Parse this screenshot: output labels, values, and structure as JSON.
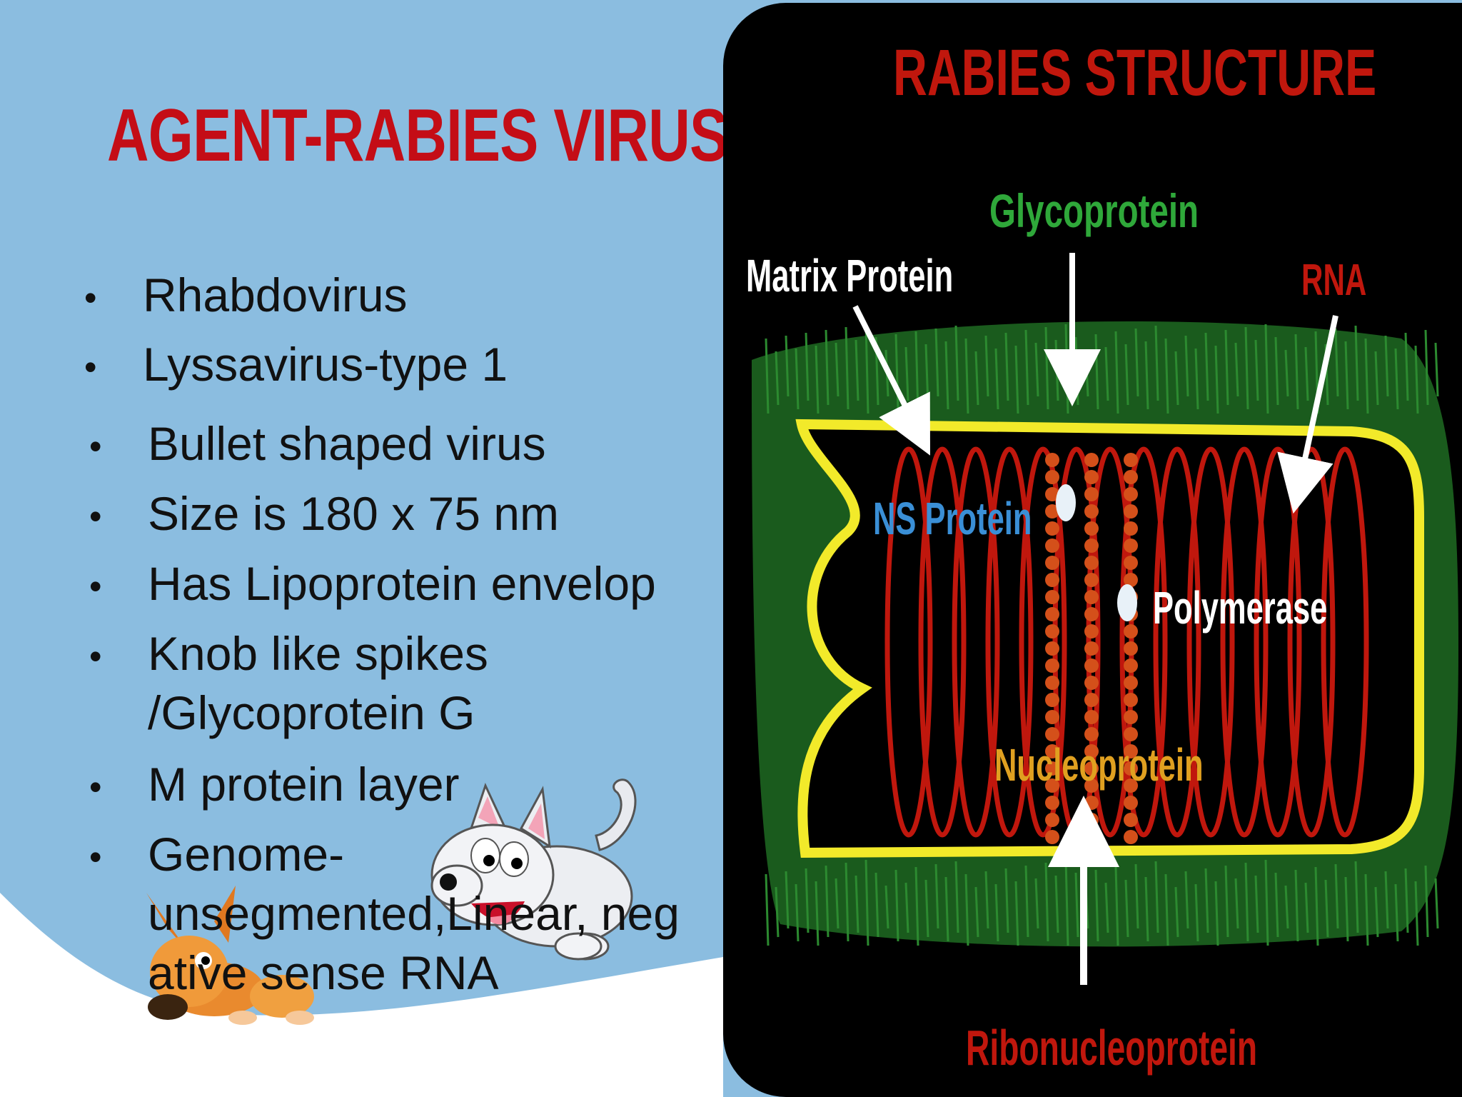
{
  "slide": {
    "title": "AGENT-RABIES VIRUS",
    "bullets": [
      "Rhabdovirus",
      "Lyssavirus-type 1",
      "Bullet shaped virus",
      "Size is 180 x 75 nm",
      "Has Lipoprotein envelop",
      "Knob like spikes\n/Glycoprotein G",
      "M protein layer",
      "Genome-\nunsegmented,Linear, neg\native sense RNA"
    ],
    "bullet_symbol": "•"
  },
  "diagram": {
    "title": "RABIES STRUCTURE",
    "labels": {
      "glycoprotein": "Glycoprotein",
      "matrix_protein": "Matrix Protein",
      "rna": "RNA",
      "ns_protein": "NS Protein",
      "polymerase": "Polymerase",
      "nucleoprotein": "Nucleoprotein",
      "ribonucleoprotein": "Ribonucleoprotein"
    }
  },
  "colors": {
    "background": "#8bbde0",
    "title_red": "#c40d16",
    "envelope_yellow": "#f2ea2a",
    "spike_green": "#1f6b22",
    "coil_red": "#c0170d",
    "label_green": "#2fa83a",
    "label_blue": "#3a8fd6",
    "label_orange": "#e0a020"
  },
  "decor": {
    "cartoon": "two cartoon dogs (white dog and orange dog)"
  }
}
